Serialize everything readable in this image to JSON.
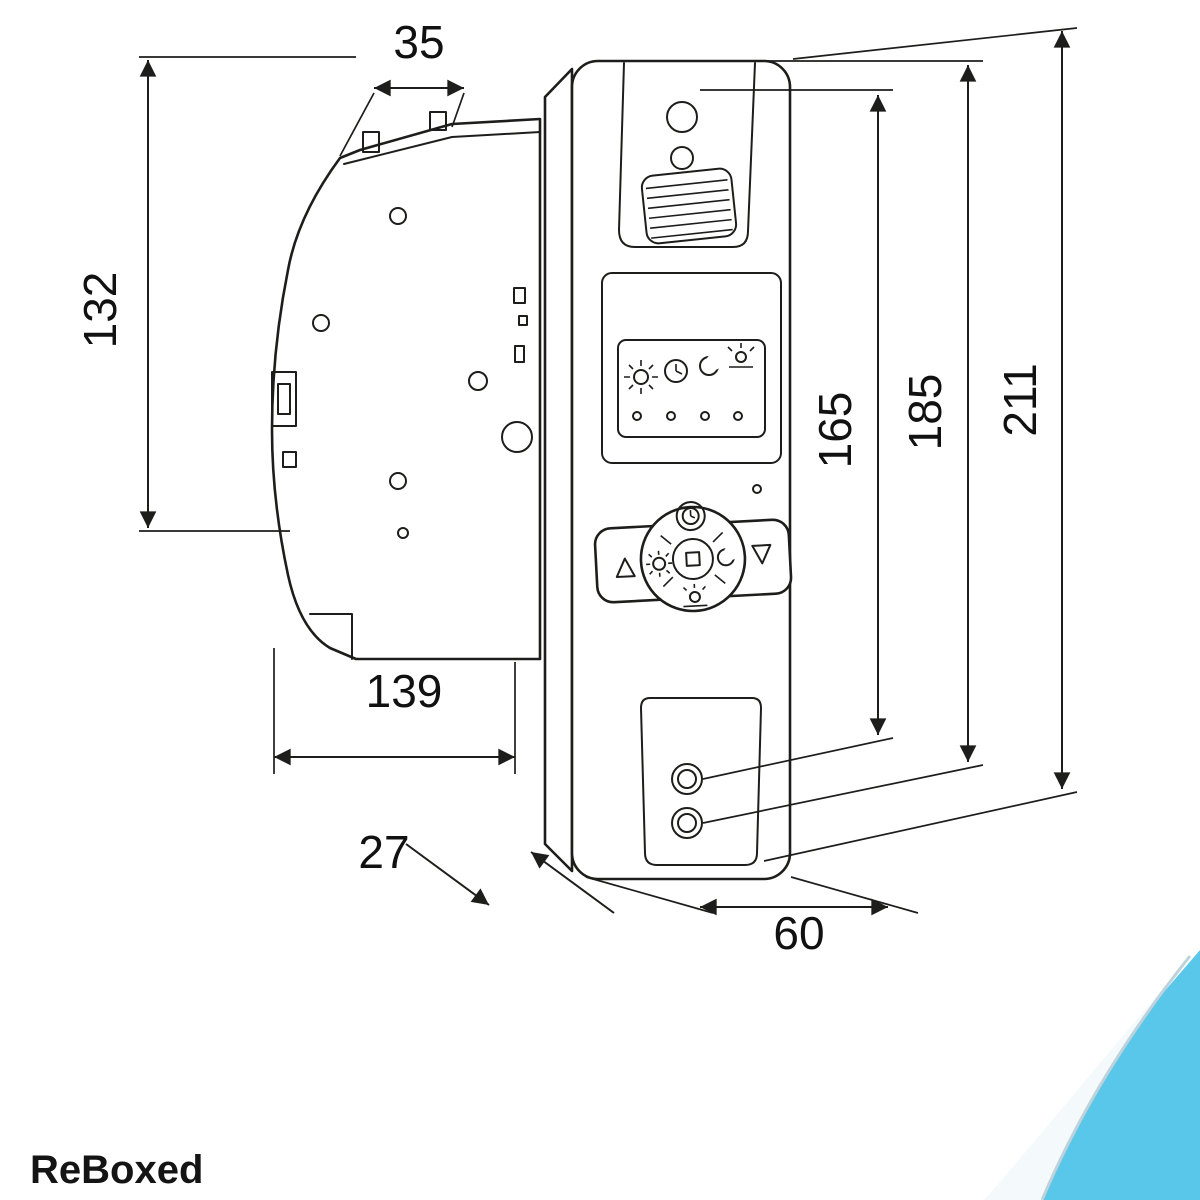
{
  "dimensions": {
    "top_depth": "35",
    "left_height": "132",
    "bottom_width": "139",
    "lower_depth": "27",
    "panel_width": "60",
    "right_heights": {
      "inner": "165",
      "mid": "185",
      "total": "211"
    }
  },
  "branding": {
    "logo_text": "ReBoxed"
  },
  "colors": {
    "line": "#1d1d1b",
    "accent_blue": "#58c7ea",
    "curl_white": "#f4fafc"
  }
}
